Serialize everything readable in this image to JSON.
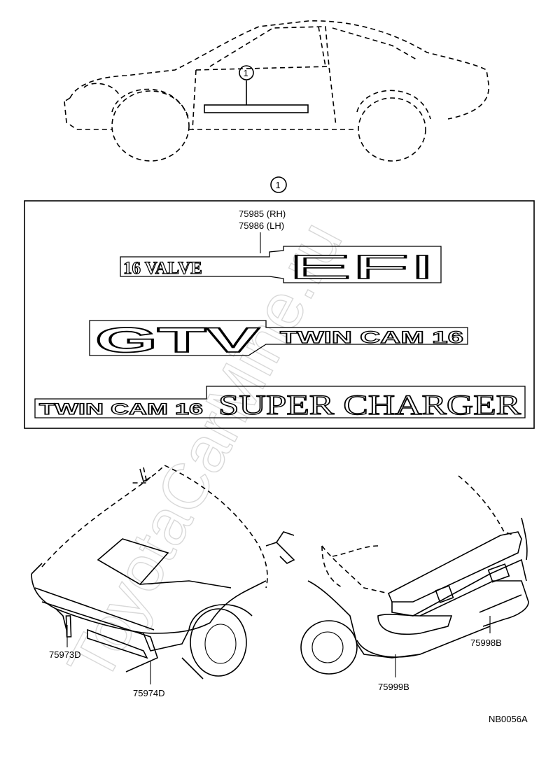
{
  "callout": {
    "number": "1"
  },
  "badges": {
    "part_number_rh": "75985 (RH)",
    "part_number_lh": "75986 (LH)",
    "efi_emblem": {
      "prefix": "16 VALVE",
      "main": "EFI"
    },
    "gtv_emblem": {
      "main": "GTV",
      "suffix": "TWIN CAM 16"
    },
    "supercharger_emblem": {
      "prefix": "TWIN CAM 16",
      "main": "SUPER CHARGER"
    }
  },
  "stripes": {
    "front_lower": "75973D",
    "front_bumper": "75974D",
    "rear_bumper": "75999B",
    "rear_side": "75998B"
  },
  "diagram_code": "NB0056A",
  "watermark": "ToyotaCarMine.ru"
}
